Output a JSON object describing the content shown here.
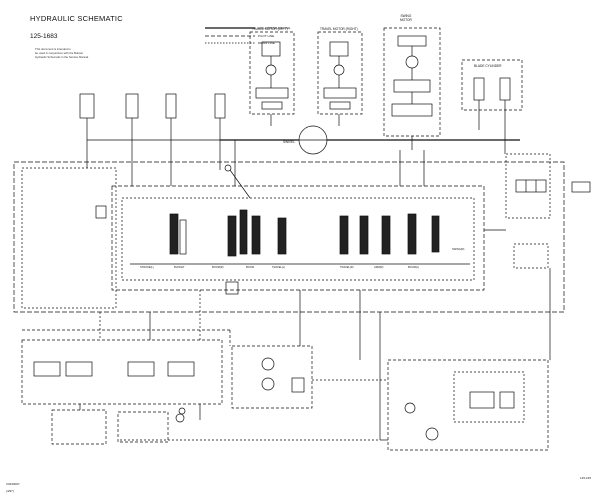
{
  "header": {
    "title": "HYDRAULIC SCHEMATIC",
    "part_number": "125-1683",
    "note": "This document is intended to\nbe used in conjunction with the Bobcat\nHydraulic Schematic in the Service Manual."
  },
  "legend": {
    "line1": "HIGH PRESSURE LINE",
    "line2": "PILOT LINE",
    "line3": "DRAIN LINE"
  },
  "labels": {
    "travel_left": "TRAVEL MOTOR (LEFT)",
    "travel_right": "TRAVEL MOTOR (RIGHT)",
    "swing_motor": "SWING\nMOTOR",
    "blade_cyl": "BLADE CYLINDER",
    "swivel": "SWIVEL",
    "section1": "STROKE(L)",
    "section2": "BUCKET",
    "section3": "BOOM(R)",
    "section4": "BOOM",
    "section5": "TRAVEL(L)",
    "section6": "TRAVEL(R)",
    "section7": "ARM(R)",
    "section8": "BOOM(L)",
    "section9": "SWING(R)"
  },
  "corner": {
    "bottom_left_1": "V0340007",
    "bottom_left_2": "(4/97)",
    "bottom_right": "125-165"
  }
}
